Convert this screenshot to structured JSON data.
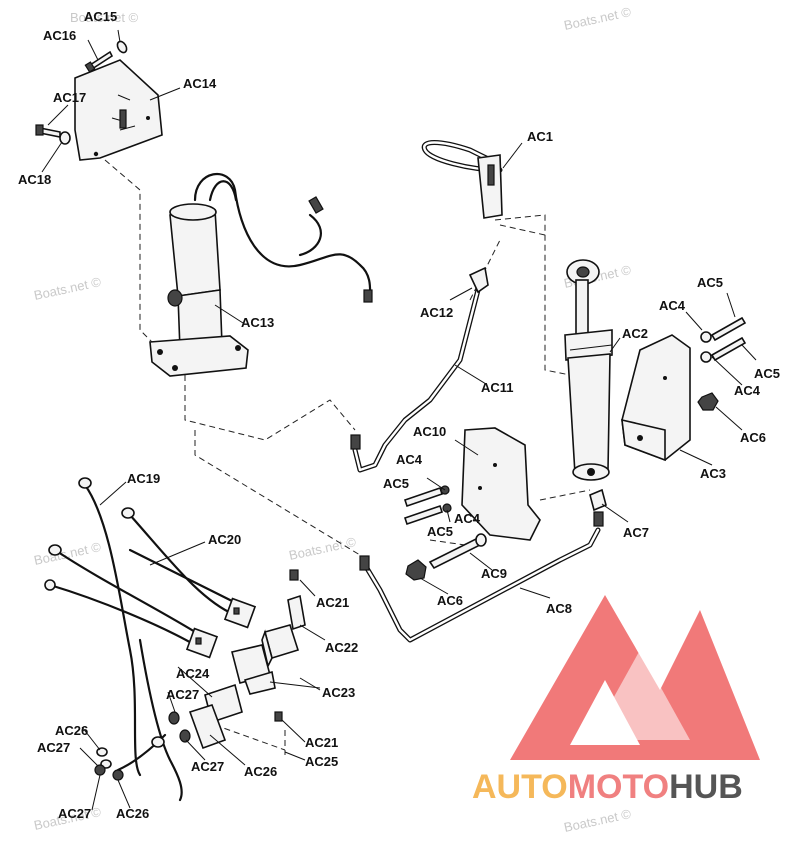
{
  "watermarks": [
    "Boats.net ©",
    "Boats.net ©",
    "Boats.net ©",
    "Boats.net ©",
    "Boats.net ©",
    "Boats.net ©",
    "Boats.net ©",
    "Boats.net ©"
  ],
  "logo": {
    "text_auto": "AUTO",
    "text_moto": "MOTO",
    "text_hub": "HUB",
    "colors": {
      "auto": "#f5b85a",
      "moto": "#f08080",
      "hub": "#555555",
      "mark": "#f06a6a"
    }
  },
  "labels": {
    "ac1": "AC1",
    "ac2": "AC2",
    "ac3": "AC3",
    "ac4a": "AC4",
    "ac4b": "AC4",
    "ac4c": "AC4",
    "ac4d": "AC4",
    "ac5a": "AC5",
    "ac5b": "AC5",
    "ac5c": "AC5",
    "ac5d": "AC5",
    "ac6a": "AC6",
    "ac6b": "AC6",
    "ac7": "AC7",
    "ac8": "AC8",
    "ac9": "AC9",
    "ac10": "AC10",
    "ac11": "AC11",
    "ac12": "AC12",
    "ac13": "AC13",
    "ac14": "AC14",
    "ac15": "AC15",
    "ac16": "AC16",
    "ac17": "AC17",
    "ac18": "AC18",
    "ac19": "AC19",
    "ac20": "AC20",
    "ac21a": "AC21",
    "ac21b": "AC21",
    "ac22": "AC22",
    "ac23": "AC23",
    "ac24": "AC24",
    "ac25": "AC25",
    "ac26a": "AC26",
    "ac26b": "AC26",
    "ac26c": "AC26",
    "ac27a": "AC27",
    "ac27b": "AC27",
    "ac27c": "AC27",
    "ac27d": "AC27"
  }
}
